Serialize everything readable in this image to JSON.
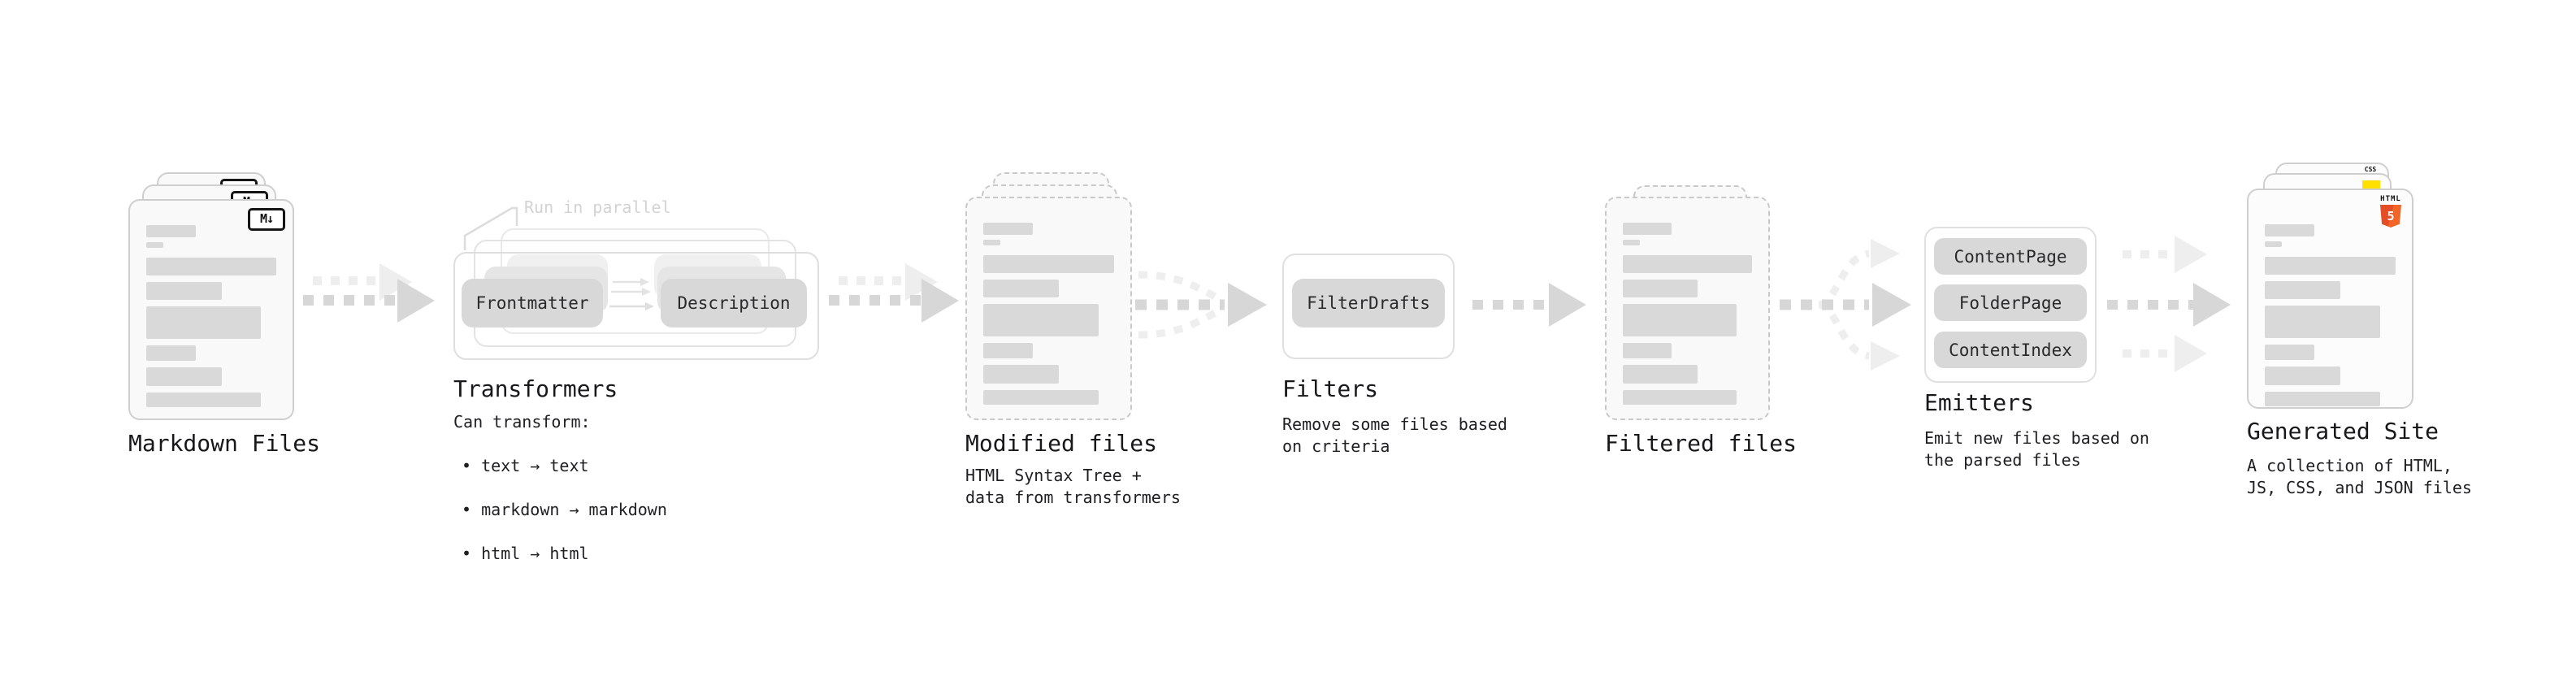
{
  "colors": {
    "background": "#ffffff",
    "doc_fill": "#f9f9f9",
    "doc_border": "#cfcfcf",
    "bar_grey": "#d9d9d9",
    "pill_grey": "#d8d8d8",
    "frame_border": "#e0e0e0",
    "arrow_grey": "#d7d7d7",
    "arrow_faint": "#eeeeee",
    "note_grey": "#d3d3d3",
    "text_dark": "#18181b",
    "html5_orange": "#e44d26",
    "html5_orange_light": "#f16529",
    "js_yellow": "#ffe000",
    "css_blue": "#2b63e8"
  },
  "markdown": {
    "label": "Markdown Files",
    "badge": "M↓"
  },
  "transformers": {
    "note": "Run in parallel",
    "pill_left": "Frontmatter",
    "pill_right": "Description",
    "label": "Transformers",
    "desc_title": "Can transform:",
    "bullets": [
      "• text → text",
      "• markdown → markdown",
      "• html → html"
    ]
  },
  "modified": {
    "label": "Modified files",
    "desc": "HTML Syntax Tree +\ndata from transformers"
  },
  "filters": {
    "pill": "FilterDrafts",
    "label": "Filters",
    "desc": "Remove some files based\non criteria"
  },
  "filtered": {
    "label": "Filtered files"
  },
  "emitters": {
    "pills": [
      "ContentPage",
      "FolderPage",
      "ContentIndex"
    ],
    "label": "Emitters",
    "desc": "Emit new files based on\nthe parsed files"
  },
  "generated": {
    "label": "Generated Site",
    "desc": "A collection of HTML,\nJS, CSS, and JSON files",
    "badge_css": "CSS",
    "badge_html_word": "HTML",
    "badge_html_num": "5"
  }
}
